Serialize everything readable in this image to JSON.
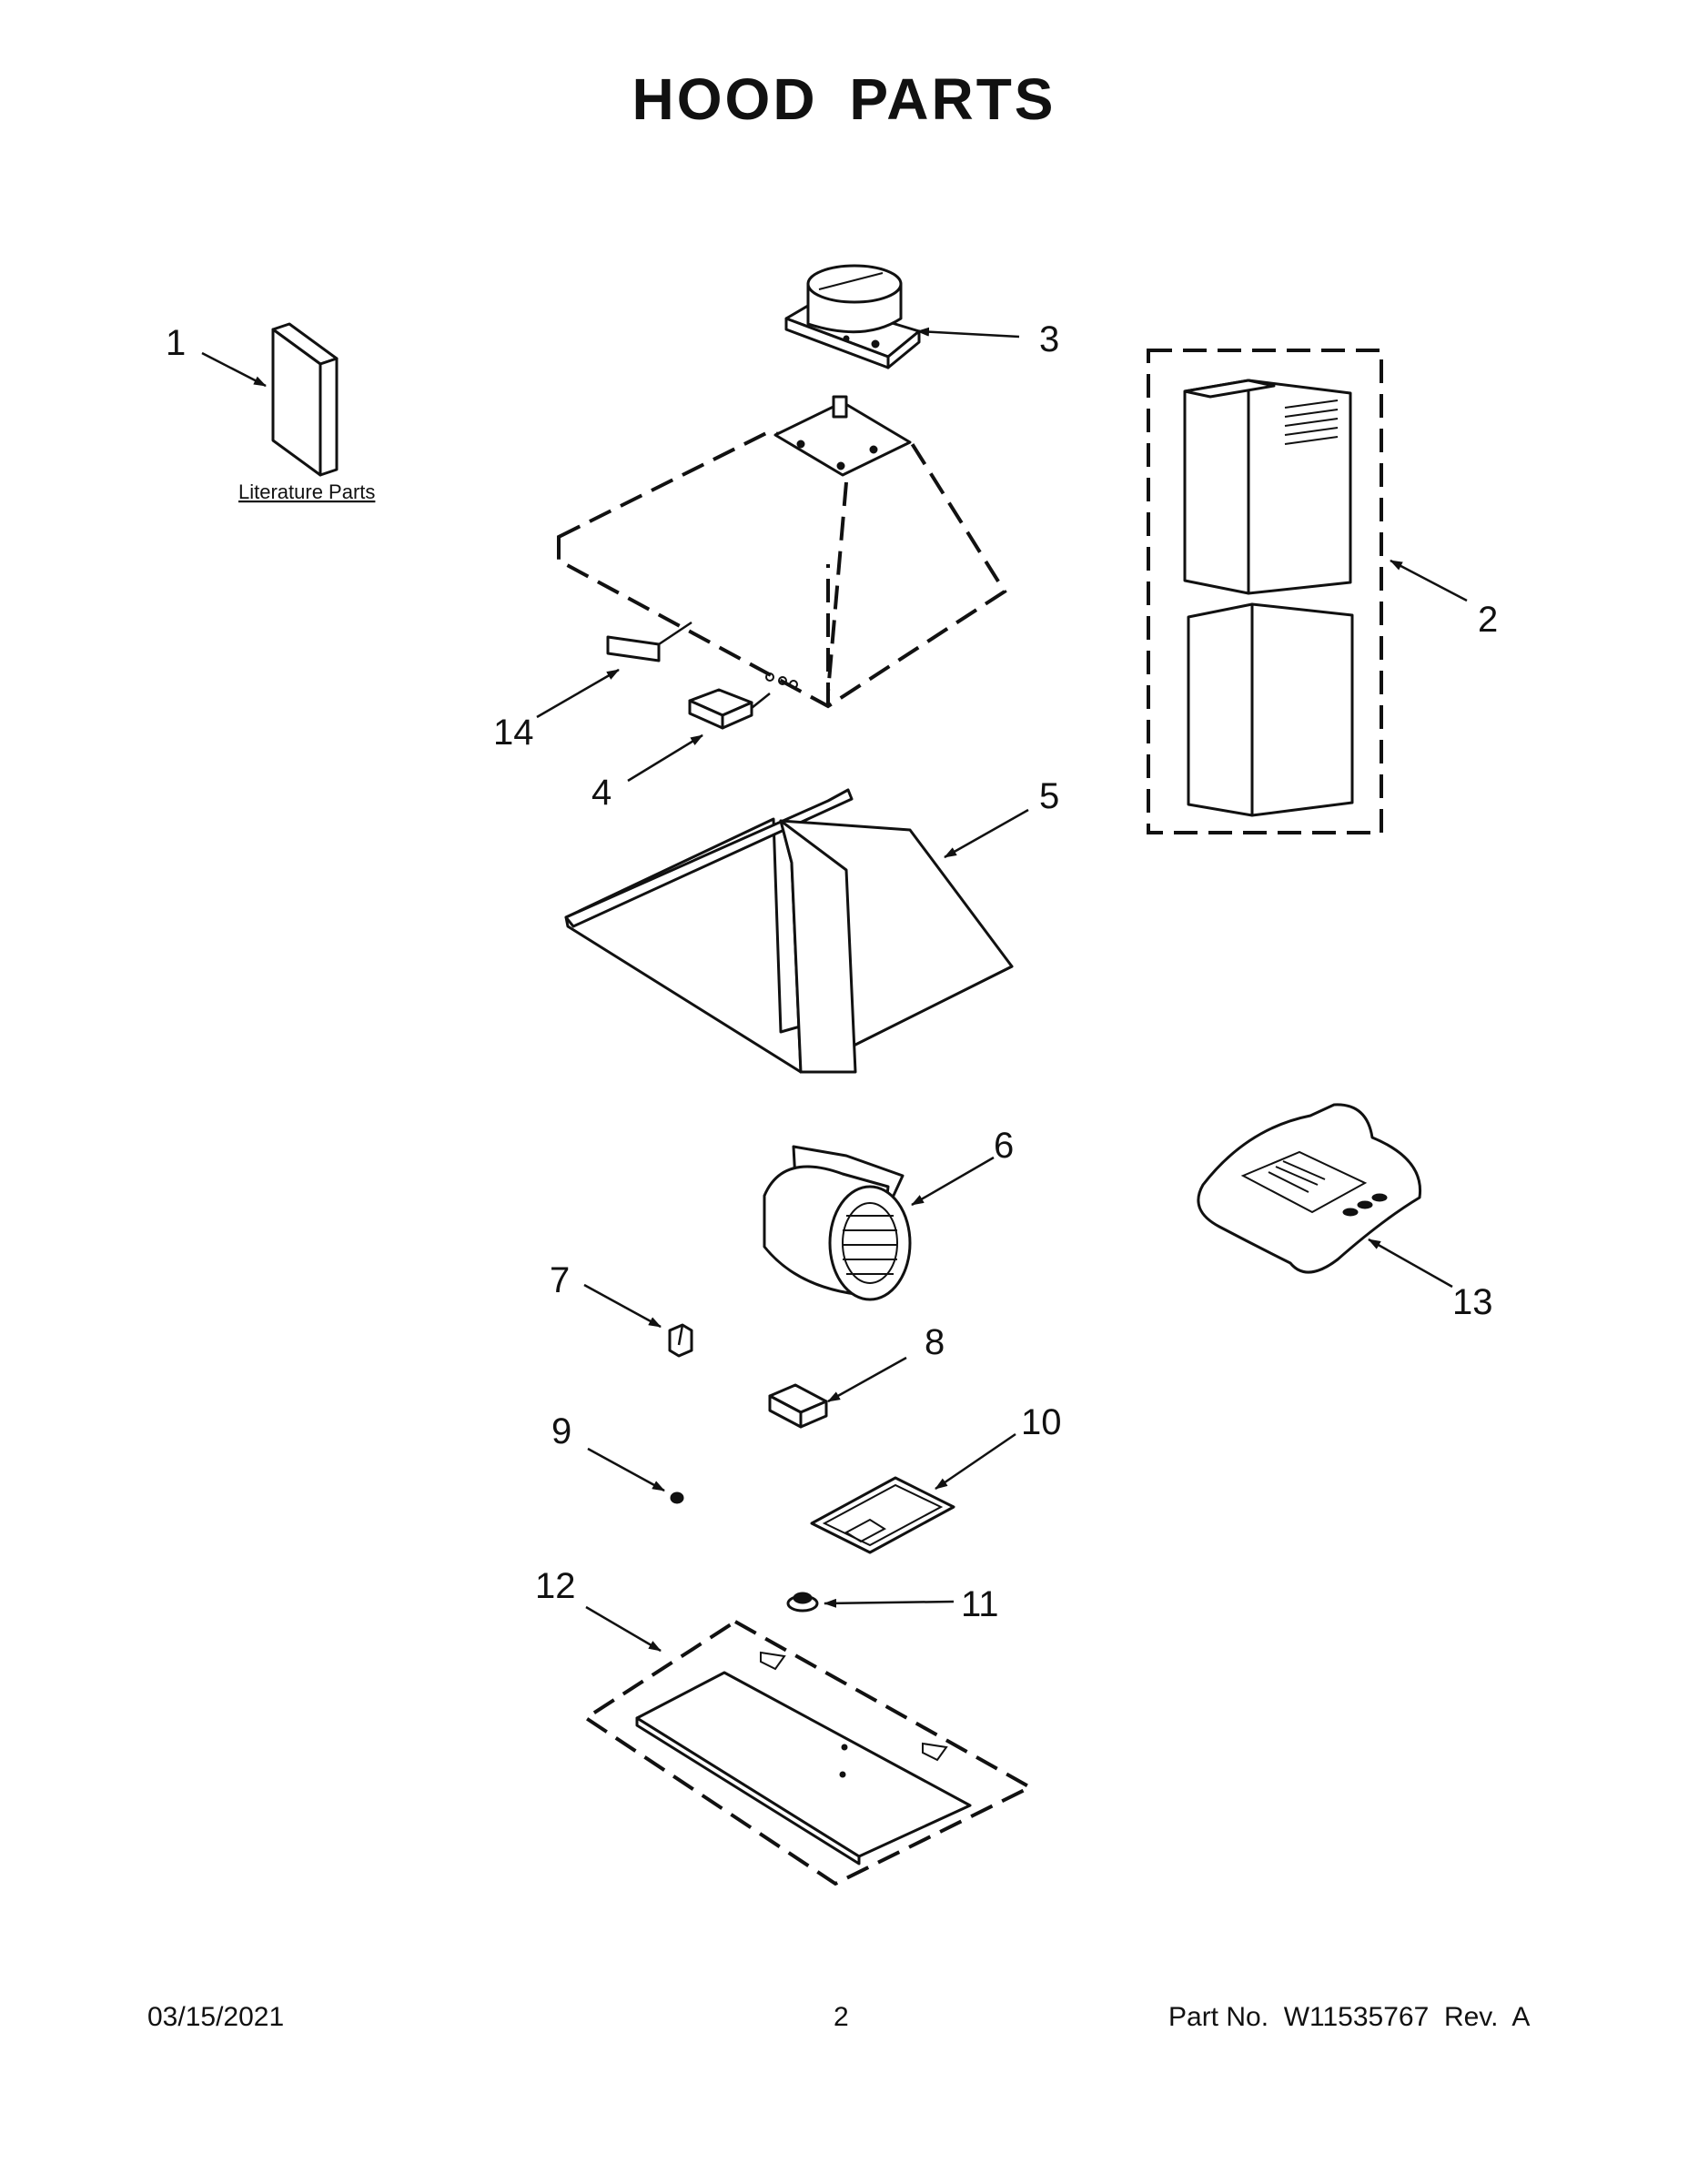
{
  "title": "HOOD PARTS",
  "literature_label": "Literature Parts",
  "callouts": {
    "c1": "1",
    "c2": "2",
    "c3": "3",
    "c4": "4",
    "c5": "5",
    "c6": "6",
    "c7": "7",
    "c8": "8",
    "c9": "9",
    "c10": "10",
    "c11": "11",
    "c12": "12",
    "c13": "13",
    "c14": "14"
  },
  "footer": {
    "date": "03/15/2021",
    "page": "2",
    "part_no": "Part No.  W11535767  Rev.  A"
  }
}
